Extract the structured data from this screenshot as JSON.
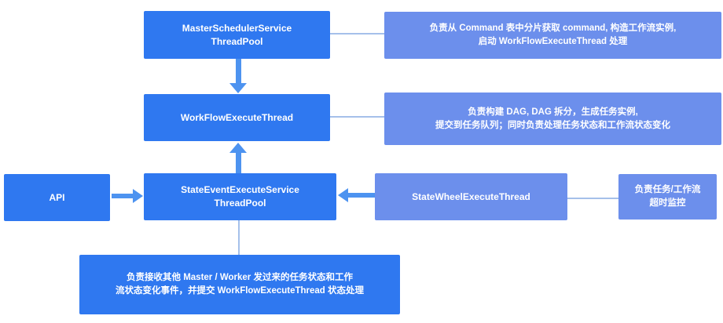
{
  "theme": {
    "background": "#ffffff",
    "primary_box": "#2f78f0",
    "secondary_box": "#6c8fec",
    "arrow": "#4d93f0",
    "connector": "#a5c0ea",
    "box_text": "#ffffff"
  },
  "nodes": {
    "master_scheduler": {
      "line1": "MasterSchedulerService",
      "line2": "ThreadPool"
    },
    "workflow_execute": {
      "label": "WorkFlowExecuteThread"
    },
    "api": {
      "label": "API"
    },
    "state_event": {
      "line1": "StateEventExecuteService",
      "line2": "ThreadPool"
    },
    "state_wheel": {
      "label": "StateWheelExecuteThread"
    }
  },
  "notes": {
    "master_scheduler": {
      "line1": "负责从 Command 表中分片获取 command, 构造工作流实例,",
      "line2": "启动 WorkFlowExecuteThread 处理"
    },
    "workflow_execute": {
      "line1": "负责构建 DAG, DAG 拆分，生成任务实例,",
      "line2": "提交到任务队列；同时负责处理任务状态和工作流状态变化"
    },
    "state_wheel": {
      "line1": "负责任务/工作流",
      "line2": "超时监控"
    },
    "state_event": {
      "line1": "负责接收其他 Master / Worker 发过来的任务状态和工作",
      "line2": "流状态变化事件，并提交 WorkFlowExecuteThread 状态处理"
    }
  }
}
